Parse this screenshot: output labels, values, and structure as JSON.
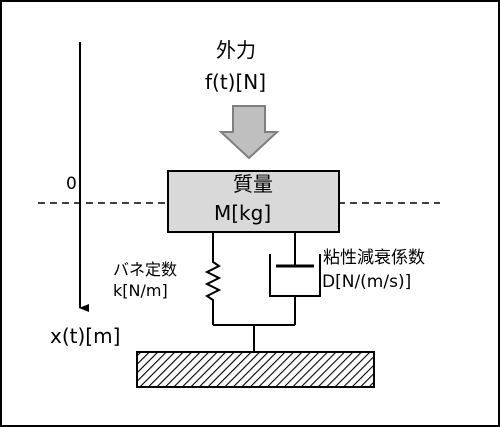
{
  "diagram": {
    "force": {
      "title": "外力",
      "unit": "f(t)[N]"
    },
    "origin_label": "0",
    "mass": {
      "title": "質量",
      "unit": "M[kg]"
    },
    "spring": {
      "title": "バネ定数",
      "unit": "k[N/m]"
    },
    "damper": {
      "title": "粘性減衰係数",
      "unit": "D[N/(m/s)]"
    },
    "x_axis_label": "x(t)[m]"
  },
  "colors": {
    "line": "#000000",
    "mass_fill": "#d9d9d9",
    "force_arrow_fill": "#bfbfbf",
    "force_arrow_stroke": "#7f7f7f",
    "background": "#ffffff"
  }
}
